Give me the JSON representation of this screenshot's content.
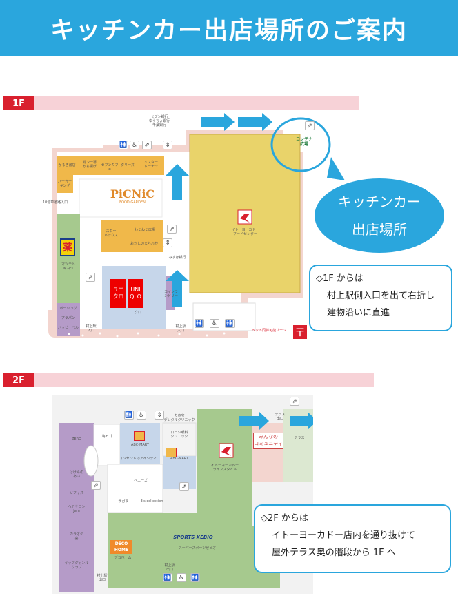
{
  "title": "キッチンカー出店場所のご案内",
  "floor1": {
    "tag": "1F",
    "stores": {
      "karuki": "かるき書店",
      "midori": "緑ン一幕\nから揚げ",
      "sevencafe": "セブンカフェ",
      "tullys": "タリーズ",
      "misterdonut": "ミスター\nドーナツ",
      "burgerking": "バーガー\nキング",
      "starbucks": "スター\nバックス",
      "wakuwaku": "わくわく広場",
      "ochanoko": "おかしのまちおか",
      "ito": "イトーヨーカドー\nフードセンター",
      "uniqlo": "ユニクロ",
      "matsumoto": "マツモト\nキヨシ",
      "bowling": "ボーリング",
      "apron": "アラパン",
      "happybell": "ハッピーベル",
      "coin": "コインランドリー",
      "seven": "セブン銀行\nゆうちょ銀行\n千葉銀行",
      "container": "コンテナ\n広場",
      "mizuho": "みずほ銀行",
      "eki": "村上駅\n入口",
      "eki2": "村上駅\n入口",
      "bus": "ペット同伴可能ゾーン",
      "parking": "10号車道路入口"
    },
    "picnic": "PiCNiC",
    "picnic_sub": "FOOD GARDEN",
    "uniqlo_logo_top": "ユニ",
    "uniqlo_logo_bottom": "クロ",
    "uniqlo_logo_top_en": "UNI",
    "uniqlo_logo_bottom_en": "QLO",
    "drug_logo": "薬",
    "callout": "キッチンカー\n出店場所",
    "note_line1": "◇1F からは",
    "note_line2": "村上駅側入口を出て右折し",
    "note_line3": "建物沿いに直進"
  },
  "floor2": {
    "tag": "2F",
    "stores": {
      "zero": "ZERO",
      "abcmart": "ABC-MART",
      "abcmart2": "ABC-MART",
      "itoyokado": "イトーヨーカドー\nライフスタイル",
      "minna": "みんなの\nコミュニティ",
      "deco": "DECO\nHOME",
      "decohome": "デコホーム",
      "sports": "スーパースポーツゼビオ",
      "sports_logo": "SPORTS XEBIO",
      "heniz": "ヘニーズ",
      "trial": "サガラ",
      "collection": "3's collection",
      "lococo": "ロージ眼科\nクリニック",
      "nowsbeep": "カホ宝\nデンタルクリニック",
      "wagoro": "鳩モゴ",
      "sofiz": "ソフィス",
      "henben": "はけんの\nあい",
      "kamisin": "ヘアサロン\nJam",
      "kartte": "カラオケ\n宴",
      "kirakira": "キッズジャンル\nクラブ",
      "terrace": "テラス",
      "concent": "コンセントのアイシティ",
      "exit": "村上駅\n出口",
      "exit2": "村上駅\n出口",
      "exit3": "テラス\n出口"
    },
    "note_line1": "◇2F からは",
    "note_line2": "イトーヨーカドー店内を通り抜けて",
    "note_line3": "屋外テラス奥の階段から 1F へ"
  },
  "colors": {
    "header": "#2aa6dd",
    "accent_red": "#d9202e",
    "floor_bar": "#f7d2d7",
    "ito_yellow": "#e9d36a",
    "tenant_orange": "#f0b84a",
    "tenant_purple": "#b59bc8",
    "tenant_green": "#a6c98e",
    "tenant_blue": "#c6d6ea",
    "walkway_pink": "#f3d5cf"
  },
  "icons": [
    "elevator-icon",
    "toilet-icon",
    "escalator-icon",
    "stairs-icon",
    "arrow-icon",
    "post-office-icon"
  ]
}
